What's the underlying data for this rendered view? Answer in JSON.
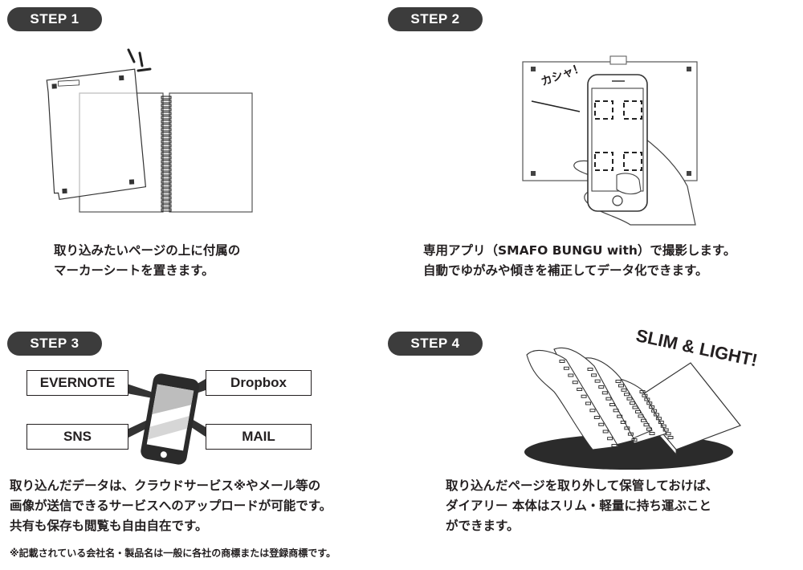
{
  "steps": [
    {
      "label": "STEP 1",
      "caption": "取り込みたいページの上に付属の\nマーカーシートを置きます。"
    },
    {
      "label": "STEP 2",
      "caption": "専用アプリ（SMAFO BUNGU with）で撮影します。\n自動でゆがみや傾きを補正してデータ化できます。",
      "bubble": "カシャ！"
    },
    {
      "label": "STEP 3",
      "caption": "取り込んだデータは、クラウドサービス※やメール等の\n画像が送信できるサービスへのアップロードが可能です。\n共有も保存も閲覧も自由自在です。",
      "services": [
        "EVERNOTE",
        "Dropbox",
        "SNS",
        "MAIL"
      ],
      "note": "※記載されている会社名・製品名は一般に各社の商標または登録商標です。"
    },
    {
      "label": "STEP 4",
      "caption": "取り込んだページを取り外して保管しておけば、\nダイアリー 本体はスリム・軽量に持ち運ぶこと\nができます。",
      "slogan": "SLIM & LIGHT!"
    }
  ]
}
